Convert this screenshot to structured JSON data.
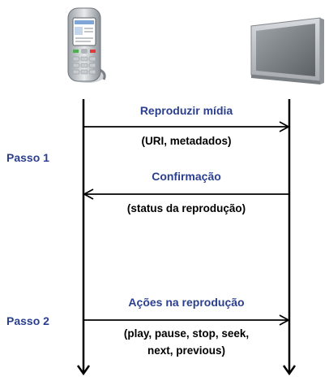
{
  "messages": [
    {
      "title": "Reproduzir mídia",
      "detail": "(URI, metadados)",
      "direction": "right"
    },
    {
      "title": "Confirmação",
      "detail": "(status da reprodução)",
      "direction": "left"
    },
    {
      "title": "Ações na reprodução",
      "detail_line1": "(play, pause, stop, seek,",
      "detail_line2": "next, previous)",
      "direction": "right"
    }
  ],
  "steps": {
    "step1": "Passo 1",
    "step2": "Passo 2"
  },
  "actors": {
    "left": "mobile-phone",
    "right": "flat-screen-tv"
  },
  "colors": {
    "title_text": "#2b3f8e",
    "detail_text": "#000000",
    "lines": "#000000"
  }
}
